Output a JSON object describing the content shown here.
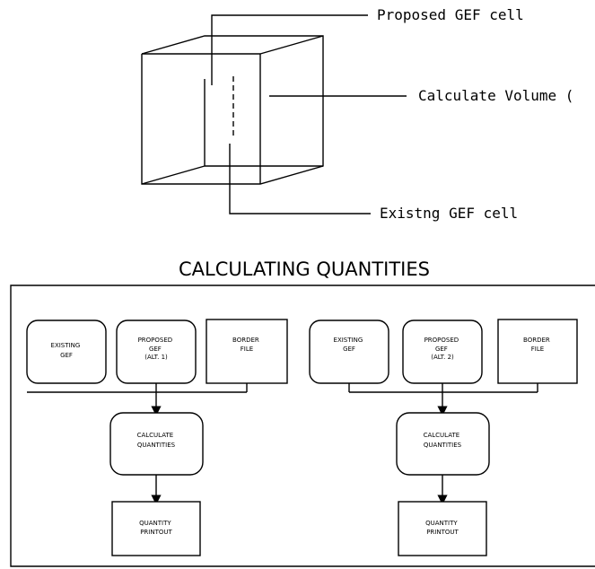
{
  "cube_labels": {
    "proposed": "Proposed GEF cell",
    "volume": "Calculate Volume (",
    "existing": "Existng GEF cell"
  },
  "section_title": "CALCULATING QUANTITIES",
  "flow_left": {
    "existing": [
      "EXISTING",
      "GEF"
    ],
    "proposed": [
      "PROPOSED",
      "GEF",
      "(ALT.  1)"
    ],
    "border": [
      "BORDER",
      "FILE"
    ],
    "calculate": [
      "CALCULATE",
      "QUANTITIES"
    ],
    "printout": [
      "QUANTITY",
      "PRINTOUT"
    ]
  },
  "flow_right": {
    "existing": [
      "EXISTING",
      "GEF"
    ],
    "proposed": [
      "PROPOSED",
      "GEF",
      "(ALT.  2)"
    ],
    "border": [
      "BORDER",
      "FILE"
    ],
    "calculate": [
      "CALCULATE",
      "QUANTITIES"
    ],
    "printout": [
      "QUANTITY",
      "PRINTOUT"
    ]
  }
}
